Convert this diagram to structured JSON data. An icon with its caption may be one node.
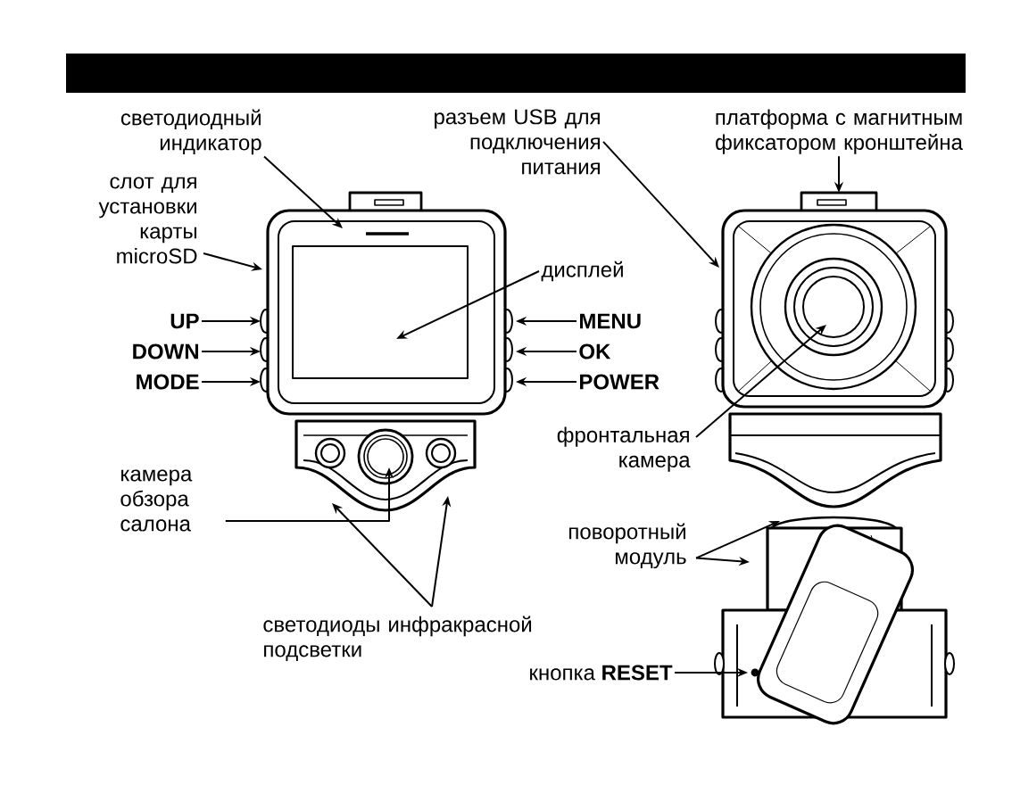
{
  "diagram": {
    "nodes": [
      {
        "text": [
          "светодиодный индикатор"
        ]
      },
      {
        "text": [
          "разъем USB для подключения питания"
        ]
      },
      {
        "text": [
          "платформа с магнитным фиксатором кронштейна"
        ]
      },
      {
        "text": [
          "слот для установки карты microSD"
        ]
      },
      {
        "text": [
          "дисплей"
        ]
      },
      {
        "text": [
          "UP"
        ]
      },
      {
        "text": [
          "DOWN"
        ]
      },
      {
        "text": [
          "MODE"
        ]
      },
      {
        "text": [
          "MENU"
        ]
      },
      {
        "text": [
          "OK"
        ]
      },
      {
        "text": [
          "POWER"
        ]
      },
      {
        "text": [
          "фронтальная камера"
        ]
      },
      {
        "text": [
          "камера обзора салона"
        ]
      },
      {
        "text": [
          "поворотный модуль"
        ]
      },
      {
        "text": [
          "светодиоды инфракрасной подсветки"
        ]
      },
      {
        "text": [
          "кнопка **RESET**"
        ]
      },
      {
        "text": [],
        "shape": "picture"
      }
    ],
    "edges": [
      {
        "from": 0,
        "to": null,
        "arrow": "to"
      },
      {
        "from": 1,
        "to": null,
        "arrow": "to"
      },
      {
        "from": 2,
        "to": null,
        "arrow": "to"
      },
      {
        "from": 3,
        "to": null,
        "arrow": "to"
      },
      {
        "from": 4,
        "to": null,
        "arrow": "to"
      },
      {
        "from": 5,
        "to": null,
        "arrow": "to"
      },
      {
        "from": 6,
        "to": null,
        "arrow": "to"
      },
      {
        "from": 7,
        "to": null,
        "arrow": "to"
      },
      {
        "from": 8,
        "to": null,
        "arrow": "to"
      },
      {
        "from": 9,
        "to": null,
        "arrow": "to"
      },
      {
        "from": 10,
        "to": null,
        "arrow": "to"
      },
      {
        "from": 11,
        "to": null,
        "arrow": "to"
      },
      {
        "from": 12,
        "to": null,
        "arrow": "to"
      },
      {
        "from": 13,
        "to": 16,
        "arrow": "to"
      },
      {
        "from": 13,
        "to": 16,
        "arrow": "to"
      },
      {
        "from": 14,
        "to": null,
        "arrow": "to"
      },
      {
        "from": 14,
        "to": null,
        "arrow": "to"
      },
      {
        "from": 15,
        "to": 16,
        "arrow": "to"
      }
    ]
  }
}
